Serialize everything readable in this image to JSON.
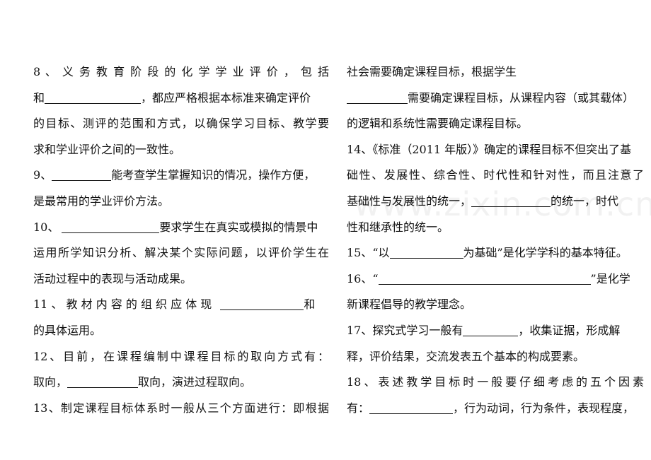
{
  "watermark": "www.zixin.com.cn",
  "left": {
    "l1": "8 、 义 务 教 育 阶 段 的 化 学 学 业 评 价 ， 包 括",
    "l2a": "和",
    "l2b": "，都应严格根据本标准来确定评价",
    "l3": "的目标、测评的范围和方式，以确保学习目标、教学要",
    "l4": "求和学业评价之间的一致性。",
    "l5a": "9、",
    "l5b": "能考查学生掌握知识的情况，操作方便，",
    "l6": "是最常用的学业评价方法。",
    "l7a": "10、",
    "l7b": "要求学生在真实或模拟的情景中",
    "l8": "运用所学知识分析、解决某个实际问题，以评价学生在",
    "l9": "活动过程中的表现与活动成果。",
    "l10a": "11 、 教 材 内 容 的 组 织 应 体 现",
    "l10b": "和",
    "l11": "的具体运用。",
    "l12": "12、目前，在课程编制中课程目标的取向方式有：",
    "l13a": "取向，",
    "l13b": "取向，演进过程取向。",
    "l14": "13、制定课程目标体系时一般从三个方面进行：即根据"
  },
  "right": {
    "r1": "社会需要确定课程目标，根据学生",
    "r2b": "需要确定课程目标，从课程内容（或其载体）",
    "r3": "的逻辑和系统性需要确定课程目标。",
    "r4": "14、《标准（2011 年版）》确定的课程目标不但突出了基",
    "r5": "础性、发展性、综合性、时代性和针对性，而且注意了",
    "r6a": "基础性与发展性的统一，",
    "r6b": "的统一，时代",
    "r7": "性和继承性的统一。",
    "r8a": "15、“以",
    "r8b": "为基础”是化学学科的基本特征。",
    "r9a": "16、“",
    "r9b": "”是化学",
    "r10": "新课程倡导的教学理念。",
    "r11a": "17、探究式学习一般有",
    "r11b": "，收集证据，形成解",
    "r12": "释，评价结果，交流发表五个基本的构成要素。",
    "r13": "18、表述教学目标时一般要仔细考虑的五个因素",
    "r14a": "有：",
    "r14b": "，行为动词，行为条件，表现程度，"
  }
}
